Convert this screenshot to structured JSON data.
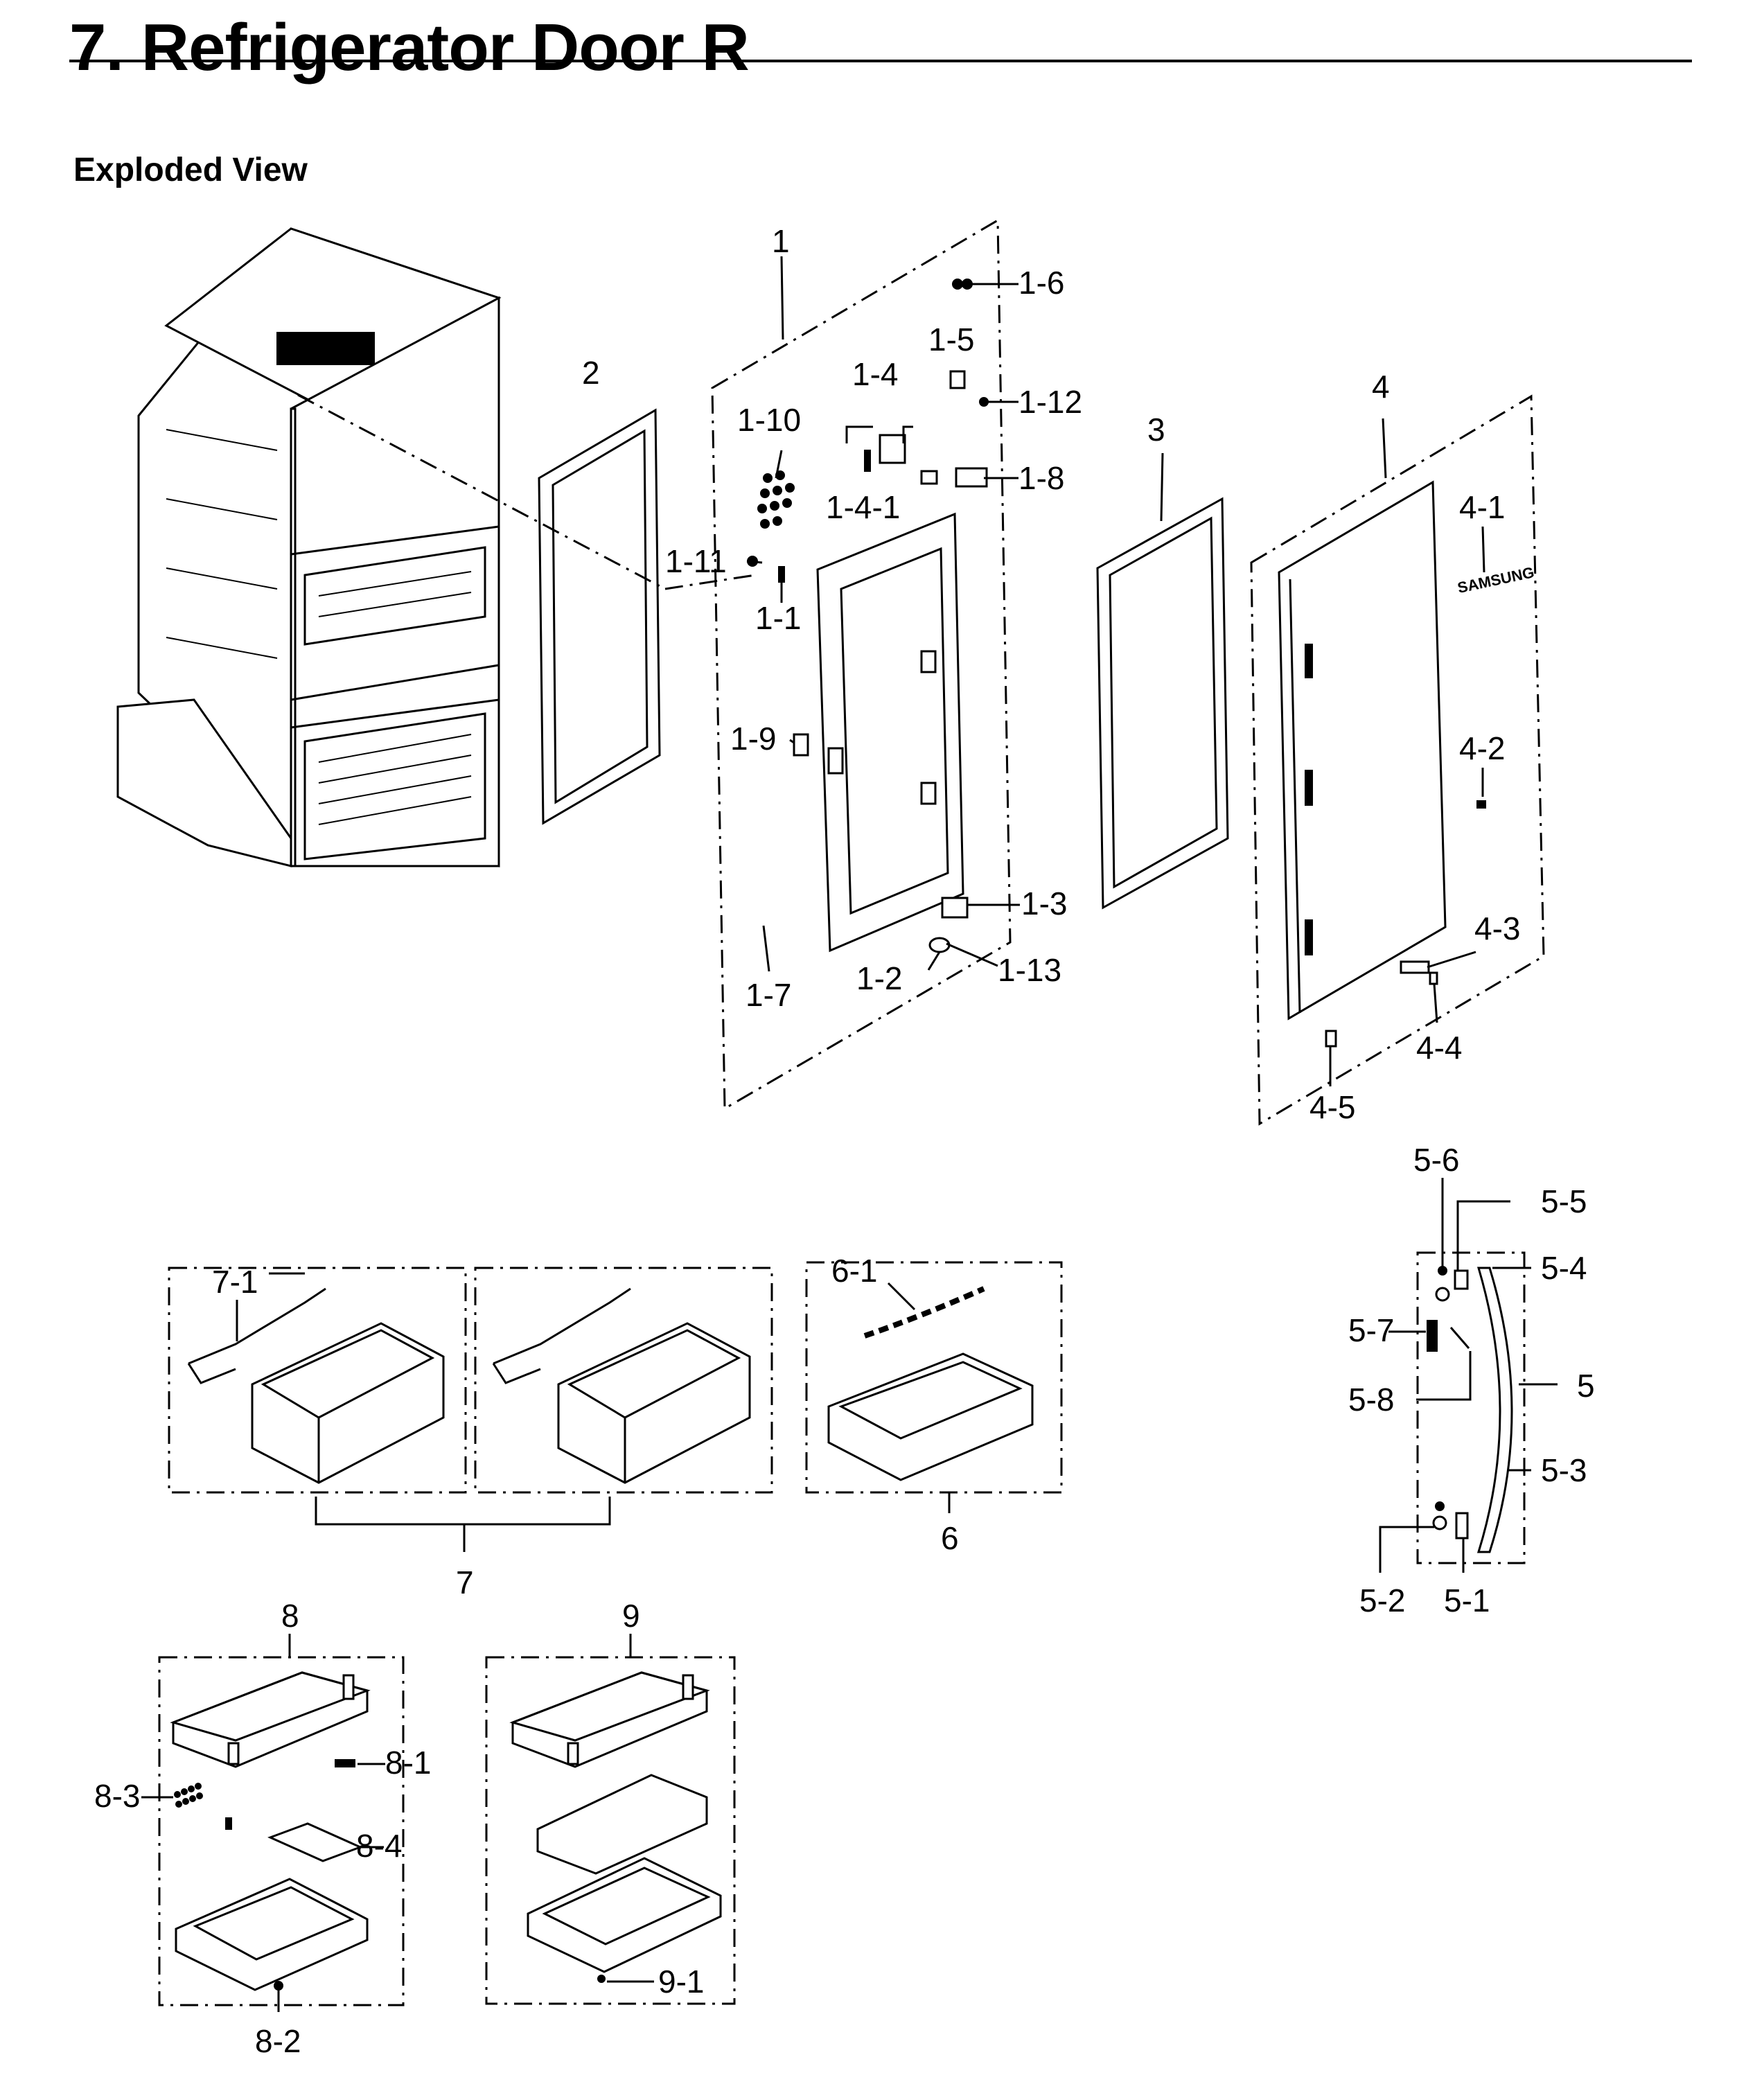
{
  "header": {
    "title": "7.  Refrigerator Door R",
    "subtitle": "Exploded View"
  },
  "brand_mark": "SAMSUNG",
  "labels": {
    "p1": "1",
    "p1_1": "1-1",
    "p1_2": "1-2",
    "p1_3": "1-3",
    "p1_4": "1-4",
    "p1_4_1": "1-4-1",
    "p1_5": "1-5",
    "p1_6": "1-6",
    "p1_7": "1-7",
    "p1_8": "1-8",
    "p1_9": "1-9",
    "p1_10": "1-10",
    "p1_11": "1-11",
    "p1_12": "1-12",
    "p1_13": "1-13",
    "p2": "2",
    "p3": "3",
    "p4": "4",
    "p4_1": "4-1",
    "p4_2": "4-2",
    "p4_3": "4-3",
    "p4_4": "4-4",
    "p4_5": "4-5",
    "p5": "5",
    "p5_1": "5-1",
    "p5_2": "5-2",
    "p5_3": "5-3",
    "p5_4": "5-4",
    "p5_5": "5-5",
    "p5_6": "5-6",
    "p5_7": "5-7",
    "p5_8": "5-8",
    "p6": "6",
    "p6_1": "6-1",
    "p7": "7",
    "p7_1": "7-1",
    "p8": "8",
    "p8_1": "8-1",
    "p8_2": "8-2",
    "p8_3": "8-3",
    "p8_4": "8-4",
    "p9": "9",
    "p9_1": "9-1"
  }
}
